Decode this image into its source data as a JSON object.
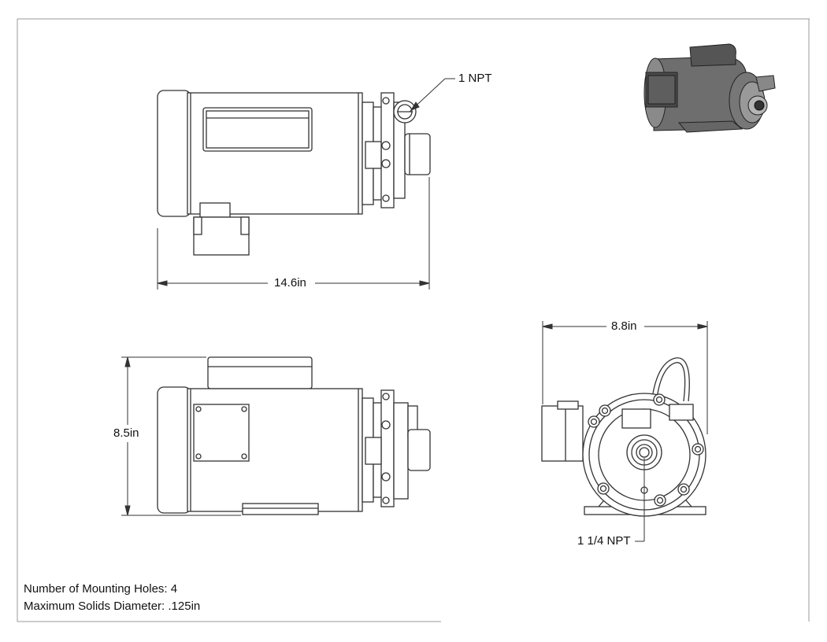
{
  "dimensions": {
    "length": "14.6in",
    "height": "8.5in",
    "width": "8.8in"
  },
  "callouts": {
    "outlet": "1 NPT",
    "inlet": "1 1/4 NPT"
  },
  "notes": {
    "mounting_holes": "Number of Mounting Holes: 4",
    "solids_diameter": "Maximum Solids Diameter: .125in"
  },
  "colors": {
    "line": "#333333",
    "body_fill": "#ffffff",
    "iso_body": "#555555"
  }
}
